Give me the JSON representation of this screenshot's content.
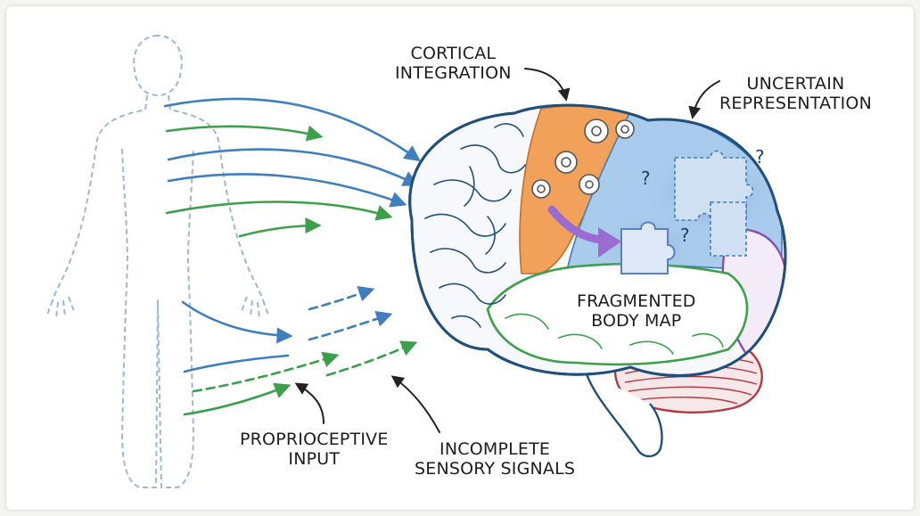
{
  "labels": {
    "cortical_integration": [
      "CORTICAL",
      "INTEGRATION"
    ],
    "uncertain_representation": [
      "UNCERTAIN",
      "REPRESENTATION"
    ],
    "fragmented_body_map": [
      "FRAGMENTED",
      "BODY MAP"
    ],
    "proprioceptive_input": [
      "PROPRIOCEPTIVE",
      "INPUT"
    ],
    "incomplete_sensory_signals": [
      "INCOMPLETE",
      "SENSORY SIGNALS"
    ]
  },
  "question_mark": "?",
  "colors": {
    "blue_signal": "#3f7fbd",
    "green_signal": "#3aa14a",
    "body_outline": "#9bb8d6",
    "brain_outline": "#1f4f7a",
    "frontal_fill": "#f6f8fb",
    "orange_region": "#f2a15a",
    "blue_region": "#a9ccec",
    "green_region": "#3aa14a",
    "purple_region": "#8b4fae",
    "cerebellum": "#b23a44",
    "arrow_purple": "#9a6bd1"
  },
  "icons": [
    "human-silhouette-icon",
    "gear-icon",
    "puzzle-piece-icon",
    "question-mark-icon",
    "brain-icon"
  ]
}
